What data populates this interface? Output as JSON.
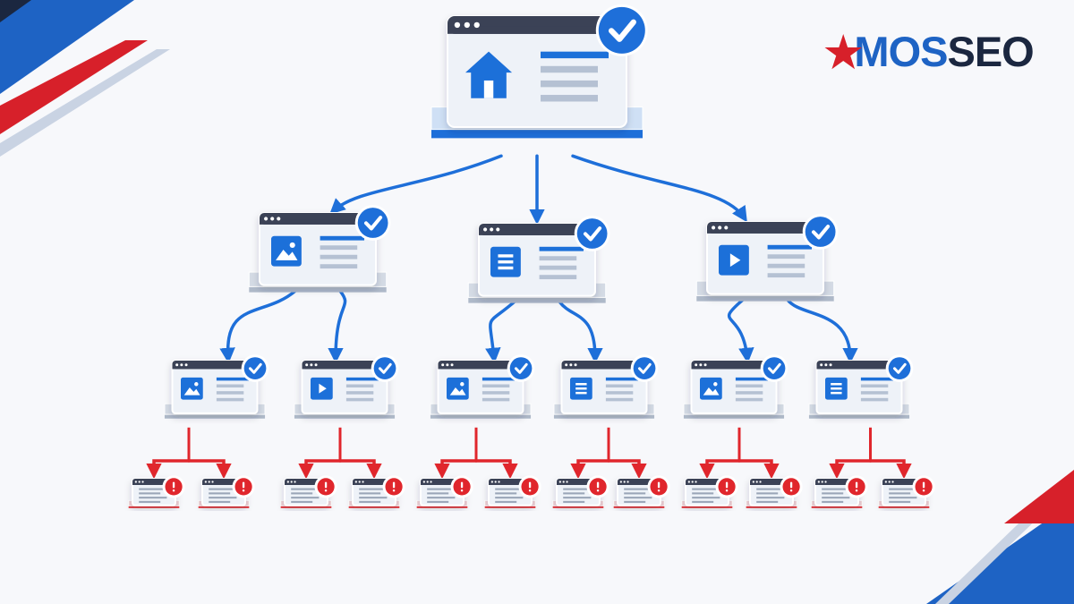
{
  "brand": {
    "name_part1": "MOS",
    "name_part2": "SEO",
    "star_icon": "star-icon",
    "colors": {
      "blue": "#1e63c4",
      "dark": "#1b2740",
      "red": "#d7202a"
    }
  },
  "colors": {
    "indexed_blue": "#1e6fd9",
    "error_red": "#e0262c",
    "window_bar": "#3a4256",
    "page_body": "#eef2f8",
    "base_blue": "#cfe0f5",
    "base_gray": "#d4dbe5",
    "base_red": "#f1d3d5"
  },
  "tree": {
    "root": {
      "icon": "home-icon",
      "status": "check"
    },
    "level2": [
      {
        "icon": "image-icon",
        "status": "check"
      },
      {
        "icon": "document-icon",
        "status": "check"
      },
      {
        "icon": "video-icon",
        "status": "check"
      }
    ],
    "level3": [
      {
        "icon": "image-icon",
        "status": "check"
      },
      {
        "icon": "video-icon",
        "status": "check"
      },
      {
        "icon": "image-icon",
        "status": "check"
      },
      {
        "icon": "document-icon",
        "status": "check"
      },
      {
        "icon": "image-icon",
        "status": "check"
      },
      {
        "icon": "document-icon",
        "status": "check"
      }
    ],
    "level4_per_parent": 2,
    "level4_status": "error"
  }
}
